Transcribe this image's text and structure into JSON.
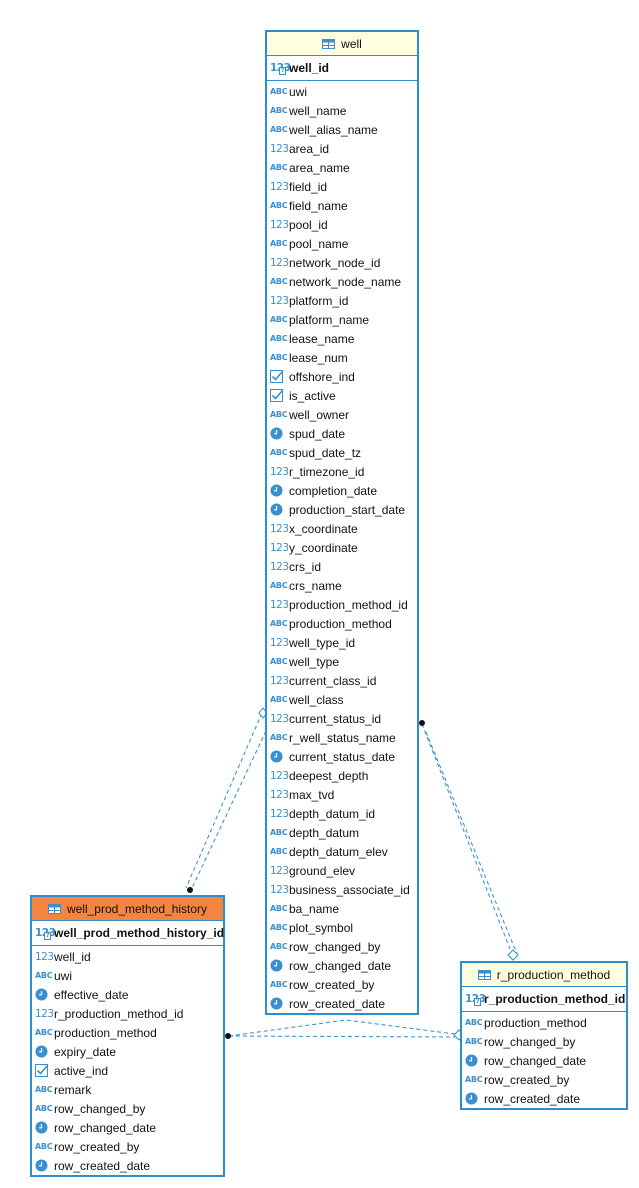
{
  "colors": {
    "border": "#2a8fd0",
    "header_default": "#ffffe0",
    "header_selected": "#f4843f",
    "icon": "#3a8fd0",
    "link": "#2a8fd0"
  },
  "entities": {
    "well": {
      "name": "well",
      "pk": {
        "type": "num",
        "label": "well_id"
      },
      "columns": [
        {
          "type": "abc",
          "label": "uwi"
        },
        {
          "type": "abc",
          "label": "well_name"
        },
        {
          "type": "abc",
          "label": "well_alias_name"
        },
        {
          "type": "num",
          "label": "area_id"
        },
        {
          "type": "abc",
          "label": "area_name"
        },
        {
          "type": "num",
          "label": "field_id"
        },
        {
          "type": "abc",
          "label": "field_name"
        },
        {
          "type": "num",
          "label": "pool_id"
        },
        {
          "type": "abc",
          "label": "pool_name"
        },
        {
          "type": "num",
          "label": "network_node_id"
        },
        {
          "type": "abc",
          "label": "network_node_name"
        },
        {
          "type": "num",
          "label": "platform_id"
        },
        {
          "type": "abc",
          "label": "platform_name"
        },
        {
          "type": "abc",
          "label": "lease_name"
        },
        {
          "type": "abc",
          "label": "lease_num"
        },
        {
          "type": "bool",
          "label": "offshore_ind"
        },
        {
          "type": "bool",
          "label": "is_active"
        },
        {
          "type": "abc",
          "label": "well_owner"
        },
        {
          "type": "date",
          "label": "spud_date"
        },
        {
          "type": "abc",
          "label": "spud_date_tz"
        },
        {
          "type": "num",
          "label": "r_timezone_id"
        },
        {
          "type": "date",
          "label": "completion_date"
        },
        {
          "type": "date",
          "label": "production_start_date"
        },
        {
          "type": "num",
          "label": "x_coordinate"
        },
        {
          "type": "num",
          "label": "y_coordinate"
        },
        {
          "type": "num",
          "label": "crs_id"
        },
        {
          "type": "abc",
          "label": "crs_name"
        },
        {
          "type": "num",
          "label": "production_method_id"
        },
        {
          "type": "abc",
          "label": "production_method"
        },
        {
          "type": "num",
          "label": "well_type_id"
        },
        {
          "type": "abc",
          "label": "well_type"
        },
        {
          "type": "num",
          "label": "current_class_id"
        },
        {
          "type": "abc",
          "label": "well_class"
        },
        {
          "type": "num",
          "label": "current_status_id"
        },
        {
          "type": "abc",
          "label": "r_well_status_name"
        },
        {
          "type": "date",
          "label": "current_status_date"
        },
        {
          "type": "num",
          "label": "deepest_depth"
        },
        {
          "type": "num",
          "label": "max_tvd"
        },
        {
          "type": "num",
          "label": "depth_datum_id"
        },
        {
          "type": "abc",
          "label": "depth_datum"
        },
        {
          "type": "abc",
          "label": "depth_datum_elev"
        },
        {
          "type": "num",
          "label": "ground_elev"
        },
        {
          "type": "num",
          "label": "business_associate_id"
        },
        {
          "type": "abc",
          "label": "ba_name"
        },
        {
          "type": "abc",
          "label": "plot_symbol"
        },
        {
          "type": "abc",
          "label": "row_changed_by"
        },
        {
          "type": "date",
          "label": "row_changed_date"
        },
        {
          "type": "abc",
          "label": "row_created_by"
        },
        {
          "type": "date",
          "label": "row_created_date"
        }
      ]
    },
    "well_prod_method_history": {
      "name": "well_prod_method_history",
      "pk": {
        "type": "num",
        "label": "well_prod_method_history_id"
      },
      "columns": [
        {
          "type": "num",
          "label": "well_id"
        },
        {
          "type": "abc",
          "label": "uwi"
        },
        {
          "type": "date",
          "label": "effective_date"
        },
        {
          "type": "num",
          "label": "r_production_method_id"
        },
        {
          "type": "abc",
          "label": "production_method"
        },
        {
          "type": "date",
          "label": "expiry_date"
        },
        {
          "type": "bool",
          "label": "active_ind"
        },
        {
          "type": "abc",
          "label": "remark"
        },
        {
          "type": "abc",
          "label": "row_changed_by"
        },
        {
          "type": "date",
          "label": "row_changed_date"
        },
        {
          "type": "abc",
          "label": "row_created_by"
        },
        {
          "type": "date",
          "label": "row_created_date"
        }
      ]
    },
    "r_production_method": {
      "name": "r_production_method",
      "pk": {
        "type": "num",
        "label": "r_production_method_id"
      },
      "columns": [
        {
          "type": "abc",
          "label": "production_method"
        },
        {
          "type": "abc",
          "label": "row_changed_by"
        },
        {
          "type": "date",
          "label": "row_changed_date"
        },
        {
          "type": "abc",
          "label": "row_created_by"
        },
        {
          "type": "date",
          "label": "row_created_date"
        }
      ]
    }
  },
  "type_icons": {
    "num": "123",
    "abc": "ABC",
    "date": "clock-icon",
    "bool": "checkbox-icon"
  }
}
